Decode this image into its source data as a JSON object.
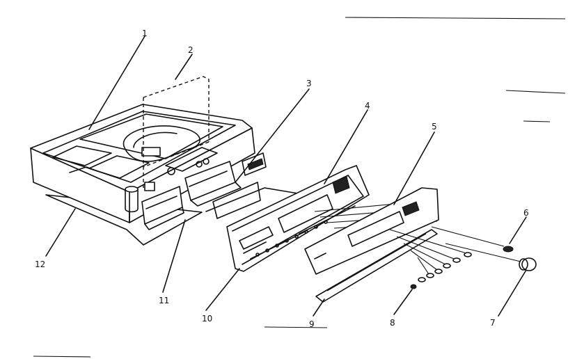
{
  "part_numbers": [
    "1",
    "2",
    "3",
    "4",
    "5",
    "6",
    "7",
    "8",
    "9",
    "10",
    "11",
    "12"
  ]
}
